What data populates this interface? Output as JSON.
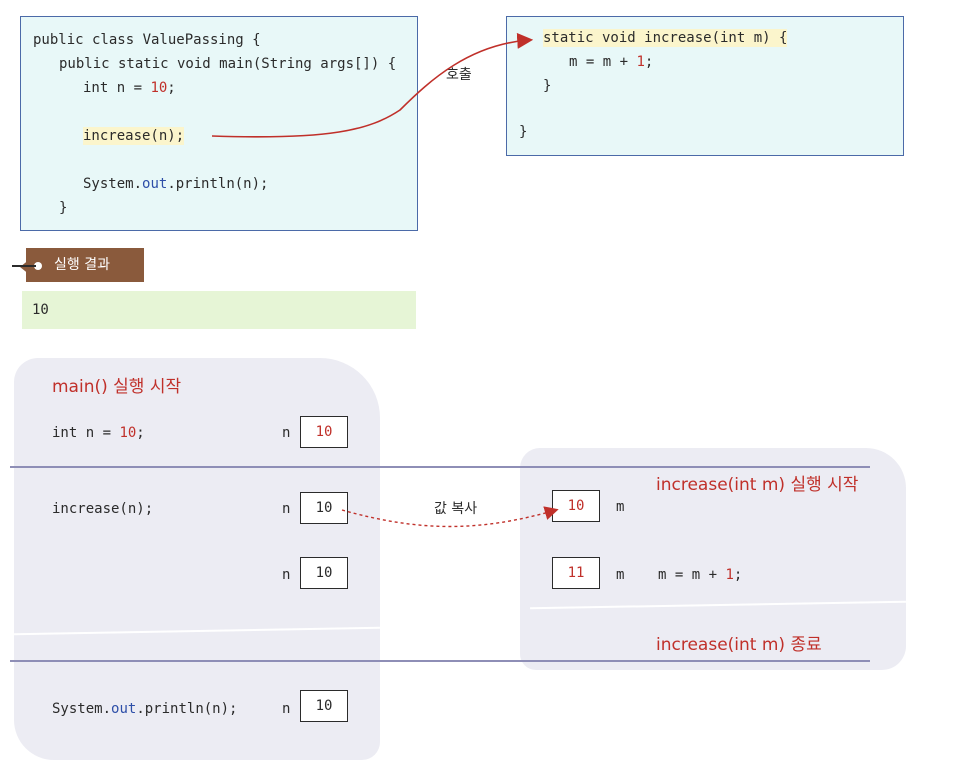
{
  "code_main": {
    "lines": [
      "public class ValuePassing {",
      "public static void main(String args[]) {",
      "int n = ",
      "10",
      ";",
      "increase(n);",
      "System.",
      "out",
      ".println(n);",
      "}"
    ]
  },
  "code_increase": {
    "line1": "static void increase(int m) {",
    "line2a": "m = m + ",
    "line2b": "1",
    "line2c": ";",
    "line3": "}",
    "line4": "}"
  },
  "call_label": "호출",
  "result_badge": "실행 결과",
  "result_value": "10",
  "diagram": {
    "main_title": "main() 실행 시작",
    "increase_title": "increase(int m) 실행 시작",
    "increase_end": "increase(int m) 종료",
    "copy_label": "값 복사",
    "row1_stmt_a": "int n = ",
    "row1_stmt_b": "10",
    "row1_stmt_c": ";",
    "row2_stmt": "increase(n);",
    "row4_stmt_a": "System.",
    "row4_stmt_b": "out",
    "row4_stmt_c": ".println(n);",
    "var_n": "n",
    "var_m": "m",
    "n_values": [
      "10",
      "10",
      "10",
      "10"
    ],
    "m_values": [
      "10",
      "11"
    ],
    "m_update_a": "m = m + ",
    "m_update_b": "1",
    "m_update_c": ";"
  },
  "colors": {
    "code_bg": "#e8f8f8",
    "code_border": "#4b6aa8",
    "highlight": "#fbf5cc",
    "number_red": "#c0302a",
    "out_blue": "#2e4fa8",
    "badge_brown": "#8a5a3c",
    "result_bg": "#e6f5d6",
    "panel_bg": "#ececf3"
  }
}
